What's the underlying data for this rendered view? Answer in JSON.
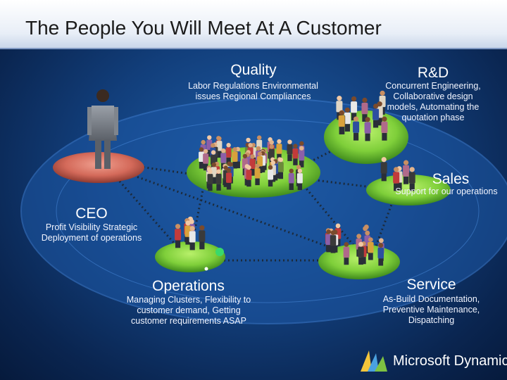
{
  "title": "The People You Will Meet At A Customer",
  "nodes": {
    "quality": {
      "label": "Quality",
      "desc": "Labor Regulations Environmental issues Regional Compliances"
    },
    "rnd": {
      "label": "R&D",
      "desc": "Concurrent Engineering, Collaborative design models, Automating the quotation phase"
    },
    "sales": {
      "label": "Sales",
      "desc": "Support for our operations"
    },
    "ceo": {
      "label": "CEO",
      "desc": "Profit Visibility Strategic Deployment of operations"
    },
    "operations": {
      "label": "Operations",
      "desc": "Managing Clusters, Flexibility to customer demand, Getting customer requirements ASAP"
    },
    "service": {
      "label": "Service",
      "desc": "As-Build Documentation, Preventive Maintenance, Dispatching"
    }
  },
  "logo": {
    "text": "Microsoft Dynamics"
  },
  "colors": {
    "background": "#123f7c",
    "disc_green": "#7fcf3a",
    "disc_red": "#d46a5a",
    "ellipse": "#2a6fc4",
    "connector": "#1c2a3a"
  }
}
